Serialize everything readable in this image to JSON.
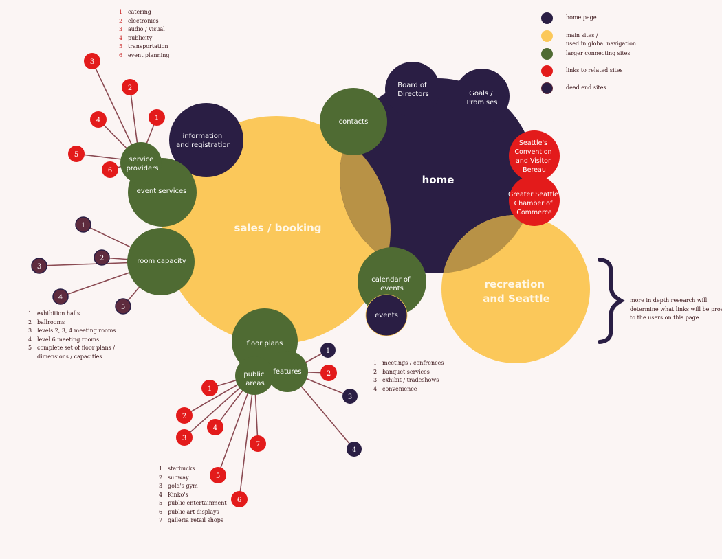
{
  "colors": {
    "dark": "#2a1e44",
    "yellow": "#fbc85a",
    "green": "#4f6b33",
    "red": "#e31b1b",
    "overlap": "#b89246",
    "line": "#8a4a52",
    "text_light": "#ffffff",
    "text_dark": "#3a1418"
  },
  "legend": [
    {
      "color": "dark",
      "lines": [
        "home page"
      ]
    },
    {
      "color": "yellow",
      "lines": [
        "main sites /",
        "used in global navigation"
      ]
    },
    {
      "color": "green",
      "lines": [
        "larger connecting sites"
      ]
    },
    {
      "color": "red",
      "lines": [
        "links to related sites"
      ]
    },
    {
      "color": "dark",
      "lines": [
        "dead end sites"
      ]
    }
  ],
  "nodes": {
    "home": "home",
    "sales_booking": "sales / booking",
    "recreation": [
      "recreation",
      "and Seattle"
    ],
    "board": [
      "Board of",
      "Directors"
    ],
    "goals": [
      "Goals /",
      "Promises"
    ],
    "contacts": "contacts",
    "info_registration": [
      "information",
      "and registration"
    ],
    "service_providers": [
      "service",
      "providers"
    ],
    "event_services": "event services",
    "room_capacity": "room capacity",
    "calendar": [
      "calendar of",
      "events"
    ],
    "events": "events",
    "floor_plans": "floor plans",
    "public_areas": [
      "public",
      "areas"
    ],
    "features": "features",
    "seattle_cvb": [
      "Seattle's",
      "Convention",
      "and Visitor",
      "Bereau"
    ],
    "chamber": [
      "Greater Seattle",
      "Chamber of",
      "Commerce"
    ]
  },
  "service_providers_list": [
    {
      "num": "1",
      "label": "catering"
    },
    {
      "num": "2",
      "label": "electronics"
    },
    {
      "num": "3",
      "label": "audio / visual"
    },
    {
      "num": "4",
      "label": "publicity"
    },
    {
      "num": "5",
      "label": "transportation"
    },
    {
      "num": "6",
      "label": "event planning"
    }
  ],
  "room_capacity_list": [
    {
      "num": "1",
      "label": "exhibition halls"
    },
    {
      "num": "2",
      "label": "ballrooms"
    },
    {
      "num": "3",
      "label": "levels 2, 3, 4 meeting rooms"
    },
    {
      "num": "4",
      "label": "level 6 meeting rooms"
    },
    {
      "num": "5",
      "label": "complete set of floor plans /"
    },
    {
      "num": "",
      "label": "dimensions / capacities"
    }
  ],
  "features_list": [
    {
      "num": "1",
      "label": "meetings / confrences"
    },
    {
      "num": "2",
      "label": "banquet services"
    },
    {
      "num": "3",
      "label": "exhibit / tradeshows"
    },
    {
      "num": "4",
      "label": "convenience"
    }
  ],
  "public_areas_list": [
    {
      "num": "1",
      "label": "starbucks"
    },
    {
      "num": "2",
      "label": "subway"
    },
    {
      "num": "3",
      "label": "gold's gym"
    },
    {
      "num": "4",
      "label": "Kinko's"
    },
    {
      "num": "5",
      "label": "public entertainment"
    },
    {
      "num": "6",
      "label": "public art displays"
    },
    {
      "num": "7",
      "label": "galleria retail shops"
    }
  ],
  "note": [
    "more in depth research will",
    "determine what links will be proveded",
    "to the users on this page."
  ]
}
